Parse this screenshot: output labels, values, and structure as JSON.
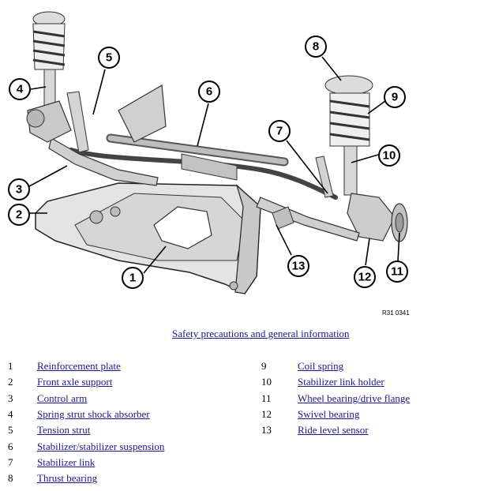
{
  "figure_code": "R31 0341",
  "section_link": "Safety precautions and general information",
  "callouts": [
    "1",
    "2",
    "3",
    "4",
    "5",
    "6",
    "7",
    "8",
    "9",
    "10",
    "11",
    "12",
    "13"
  ],
  "legend": [
    {
      "num": "1",
      "label": "Reinforcement plate"
    },
    {
      "num": "2",
      "label": "Front axle support"
    },
    {
      "num": "3",
      "label": "Control arm"
    },
    {
      "num": "4",
      "label": "Spring strut shock absorber"
    },
    {
      "num": "5",
      "label": "Tension strut"
    },
    {
      "num": "6",
      "label": "Stabilizer/stabilizer suspension"
    },
    {
      "num": "7",
      "label": "Stabilizer link"
    },
    {
      "num": "8",
      "label": "Thrust bearing"
    },
    {
      "num": "9",
      "label": "Coil spring"
    },
    {
      "num": "10",
      "label": "Stabilizer link holder"
    },
    {
      "num": "11",
      "label": "Wheel bearing/drive flange"
    },
    {
      "num": "12",
      "label": "Swivel bearing"
    },
    {
      "num": "13",
      "label": "Ride level sensor"
    }
  ]
}
